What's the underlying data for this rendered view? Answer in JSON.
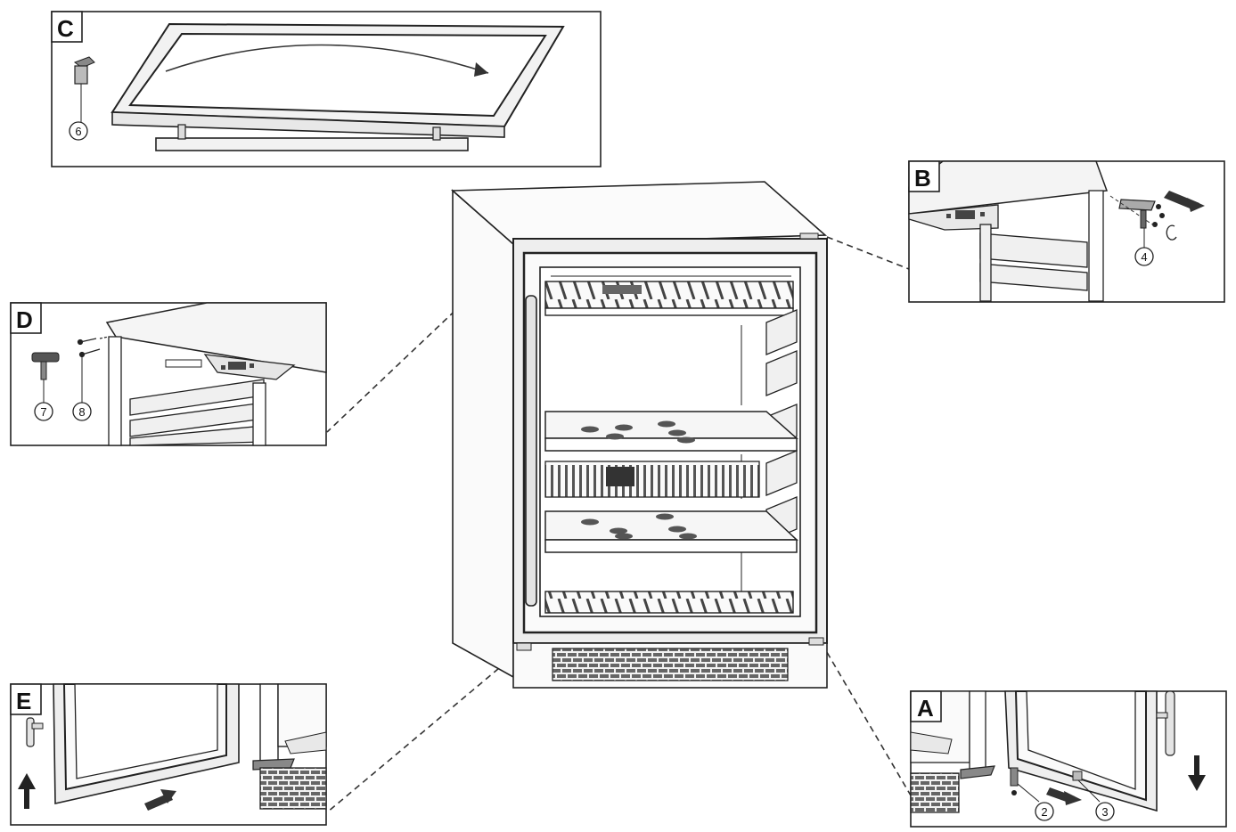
{
  "panels": {
    "a": {
      "tag": "A",
      "callouts": [
        "2",
        "3"
      ]
    },
    "b": {
      "tag": "B",
      "callouts": [
        "4"
      ]
    },
    "c": {
      "tag": "C",
      "callouts": [
        "6"
      ]
    },
    "d": {
      "tag": "D",
      "callouts": [
        "7",
        "8"
      ]
    },
    "e": {
      "tag": "E",
      "callouts": []
    }
  },
  "colors": {
    "line": "#222222",
    "dash": "#333333",
    "fill_light": "#f4f4f4",
    "fill_mid": "#d9d9d9",
    "fill_dark": "#555555"
  }
}
